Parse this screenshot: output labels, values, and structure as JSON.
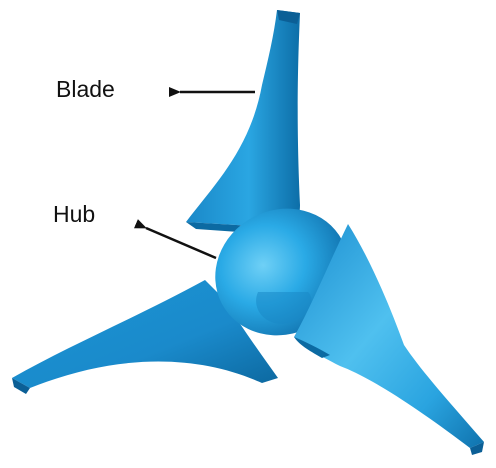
{
  "labels": {
    "blade": "Blade",
    "hub": "Hub"
  },
  "colors": {
    "background": "#ffffff",
    "blade_fill": "#1c9ad8",
    "blade_dark": "#0a6aa3",
    "blade_light": "#5cc3f0",
    "hub_fill": "#27a9e6",
    "arrow": "#111111",
    "text": "#111111"
  },
  "components": [
    "turbine-hub",
    "turbine-blade",
    "turbine-blade",
    "turbine-blade"
  ]
}
